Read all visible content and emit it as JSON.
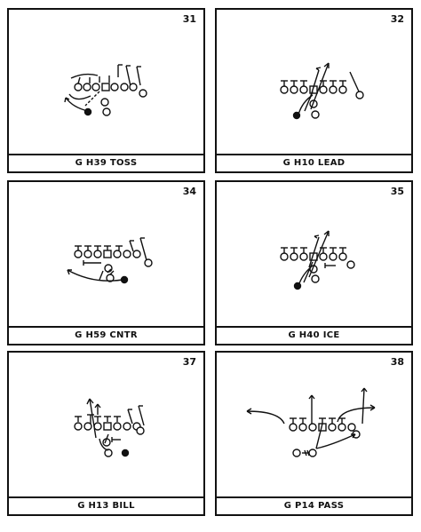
{
  "plays": [
    {
      "number": "31",
      "name": "G H39 TOSS"
    },
    {
      "number": "32",
      "name": "G H10 LEAD"
    },
    {
      "number": "34",
      "name": "G H59 CNTR"
    },
    {
      "number": "35",
      "name": "G H40 ICE"
    },
    {
      "number": "37",
      "name": "G H13 BILL"
    },
    {
      "number": "38",
      "name": "G P14 PASS"
    }
  ]
}
